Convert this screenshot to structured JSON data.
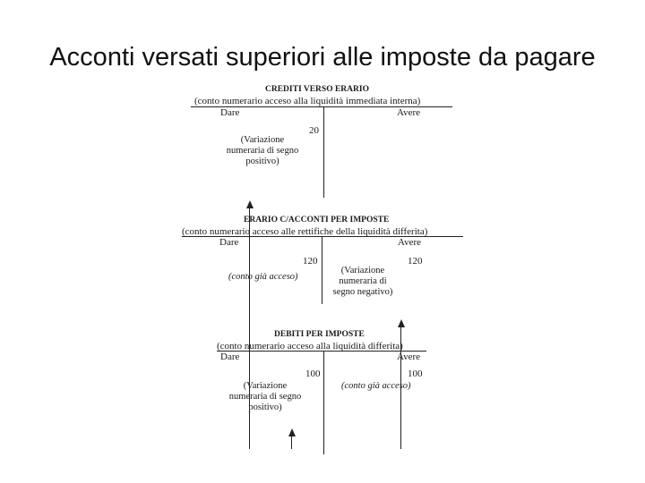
{
  "title": "Acconti versati superiori alle imposte da pagare",
  "accounts": [
    {
      "name": "CREDITI VERSO ERARIO",
      "subtitle": "(conto numerario acceso alla liquidità immediata interna)",
      "dare_label": "Dare",
      "avere_label": "Avere",
      "dare_amount": "20",
      "dare_note": "(Variazione numeraria di segno positivo)"
    },
    {
      "name": "ERARIO C/ACCONTI PER IMPOSTE",
      "subtitle": "(conto numerario acceso alle rettifiche della liquidità differita)",
      "dare_label": "Dare",
      "avere_label": "Avere",
      "dare_amount": "120",
      "dare_note": "(conto già acceso)",
      "avere_amount": "120",
      "avere_note": "(Variazione numeraria di segno negativo)"
    },
    {
      "name": "DEBITI PER IMPOSTE",
      "subtitle": "(conto numerario acceso alla liquidità differita)",
      "dare_label": "Dare",
      "avere_label": "Avere",
      "dare_amount": "100",
      "dare_note": "(Variazione numeraria di segno positivo)",
      "avere_amount": "100",
      "avere_note": "(conto già acceso)"
    }
  ]
}
